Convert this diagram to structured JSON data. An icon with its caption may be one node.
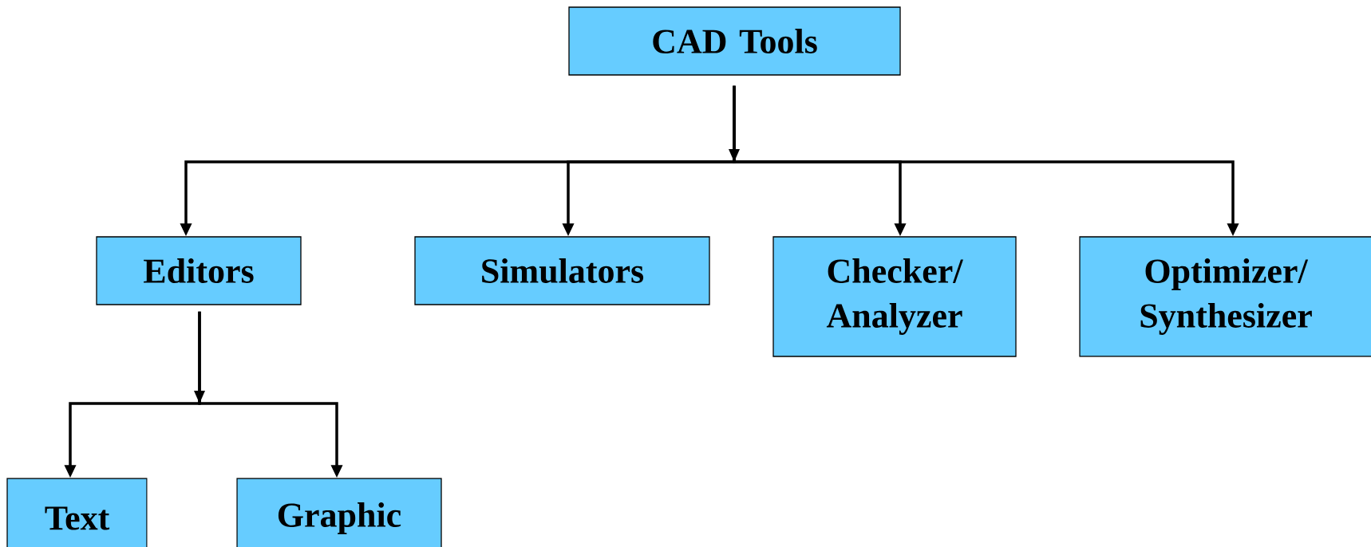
{
  "diagram": {
    "nodes": [
      {
        "text": [
          "CAD Tools"
        ]
      },
      {
        "text": [
          "Editors"
        ]
      },
      {
        "text": [
          "Simulators"
        ]
      },
      {
        "text": [
          "Checker/ Analyzer"
        ]
      },
      {
        "text": [
          "Optimizer/ Synthesizer"
        ]
      },
      {
        "text": [
          "Text"
        ]
      },
      {
        "text": [
          "Graphic"
        ]
      }
    ],
    "edges": [
      {
        "from": 0,
        "to": 1,
        "arrow": "to"
      },
      {
        "from": 0,
        "to": 2,
        "arrow": "to"
      },
      {
        "from": 0,
        "to": 3,
        "arrow": "to"
      },
      {
        "from": 0,
        "to": 4,
        "arrow": "to"
      },
      {
        "from": 1,
        "to": 5,
        "arrow": "to"
      },
      {
        "from": 1,
        "to": 6,
        "arrow": "to"
      }
    ]
  }
}
